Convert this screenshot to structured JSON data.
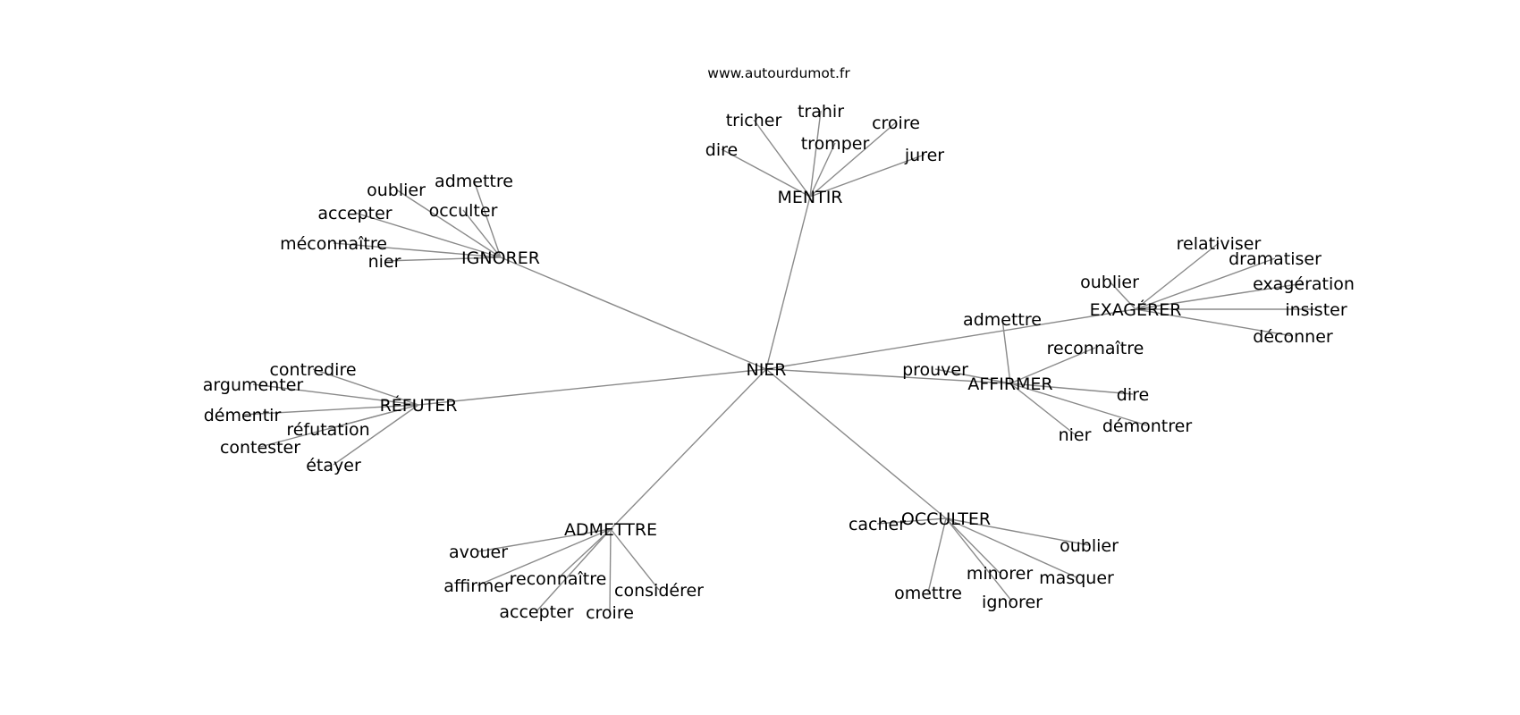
{
  "site": "www.autourdumot.fr",
  "graph": {
    "center": "NIER",
    "clusters": [
      {
        "label": "MENTIR",
        "words": [
          "dire",
          "tricher",
          "trahir",
          "tromper",
          "croire",
          "jurer"
        ]
      },
      {
        "label": "IGNORER",
        "words": [
          "oublier",
          "admettre",
          "accepter",
          "occulter",
          "méconnaître",
          "nier"
        ]
      },
      {
        "label": "EXAGÉRER",
        "words": [
          "relativiser",
          "dramatiser",
          "oublier",
          "exagération",
          "insister",
          "déconner"
        ]
      },
      {
        "label": "AFFIRMER",
        "words": [
          "admettre",
          "reconnaître",
          "prouver",
          "dire",
          "démontrer",
          "nier"
        ]
      },
      {
        "label": "RÉFUTER",
        "words": [
          "contredire",
          "argumenter",
          "démentir",
          "réfutation",
          "contester",
          "étayer"
        ]
      },
      {
        "label": "ADMETTRE",
        "words": [
          "avouer",
          "affirmer",
          "reconnaître",
          "considérer",
          "accepter",
          "croire"
        ]
      },
      {
        "label": "OCCULTER",
        "words": [
          "cacher",
          "oublier",
          "minorer",
          "masquer",
          "omettre",
          "ignorer"
        ]
      }
    ]
  }
}
